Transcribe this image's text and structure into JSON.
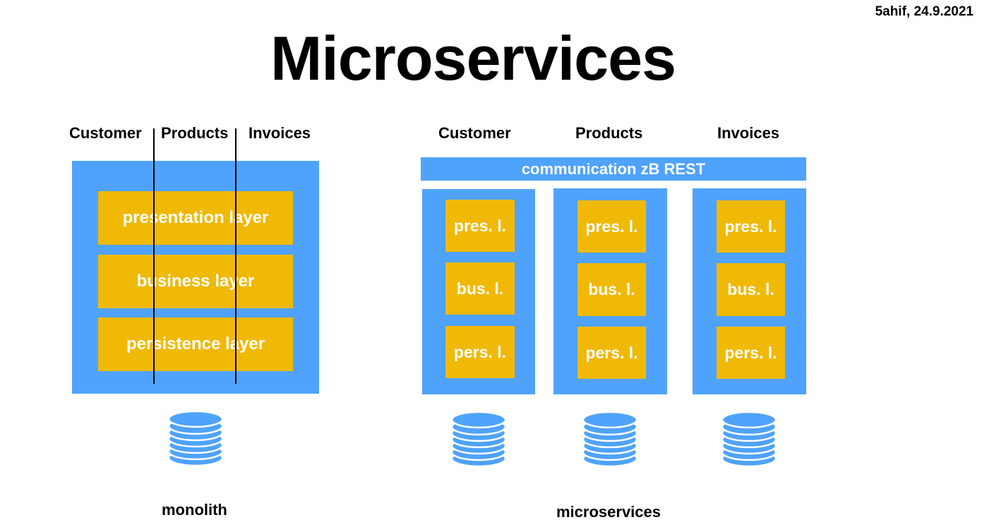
{
  "meta": "5ahif, 24.9.2021",
  "title": "Microservices",
  "monolith": {
    "headers": [
      "Customer",
      "Products",
      "Invoices"
    ],
    "layers": [
      "presentation layer",
      "business layer",
      "persistence layer"
    ],
    "caption": "monolith"
  },
  "microservices": {
    "headers": [
      "Customer",
      "Products",
      "Invoices"
    ],
    "communication": "communication zB REST",
    "layers": [
      "pres. l.",
      "bus. l.",
      "pers. l."
    ],
    "caption": "microservices"
  },
  "colors": {
    "container": "#4fa3fc",
    "layer": "#f0b906",
    "database": "#4fa3fc"
  },
  "icons": [
    "database-icon"
  ]
}
